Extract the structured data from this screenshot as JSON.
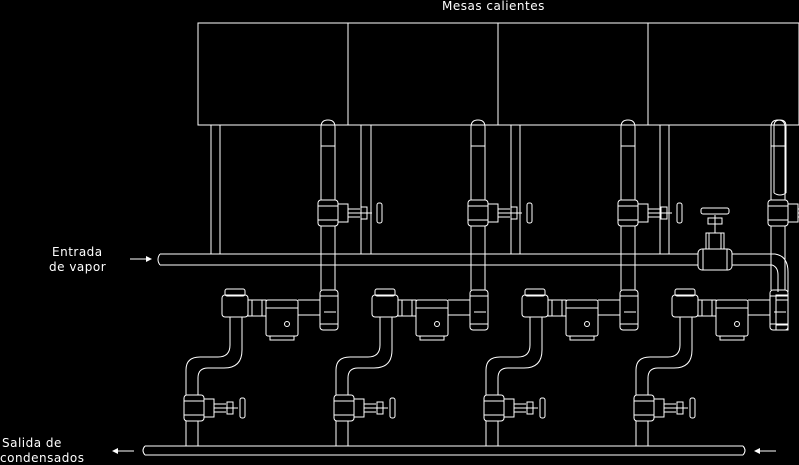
{
  "labels": {
    "title": "Mesas calientes",
    "inlet_line1": "Entrada",
    "inlet_line2": "de vapor",
    "outlet_line1": "Salida de",
    "outlet_line2": "condensados"
  },
  "colors": {
    "background": "#000000",
    "lines": "#ffffff"
  },
  "components": {
    "tables": 4,
    "steam_traps": 4,
    "drain_valves": 4
  }
}
